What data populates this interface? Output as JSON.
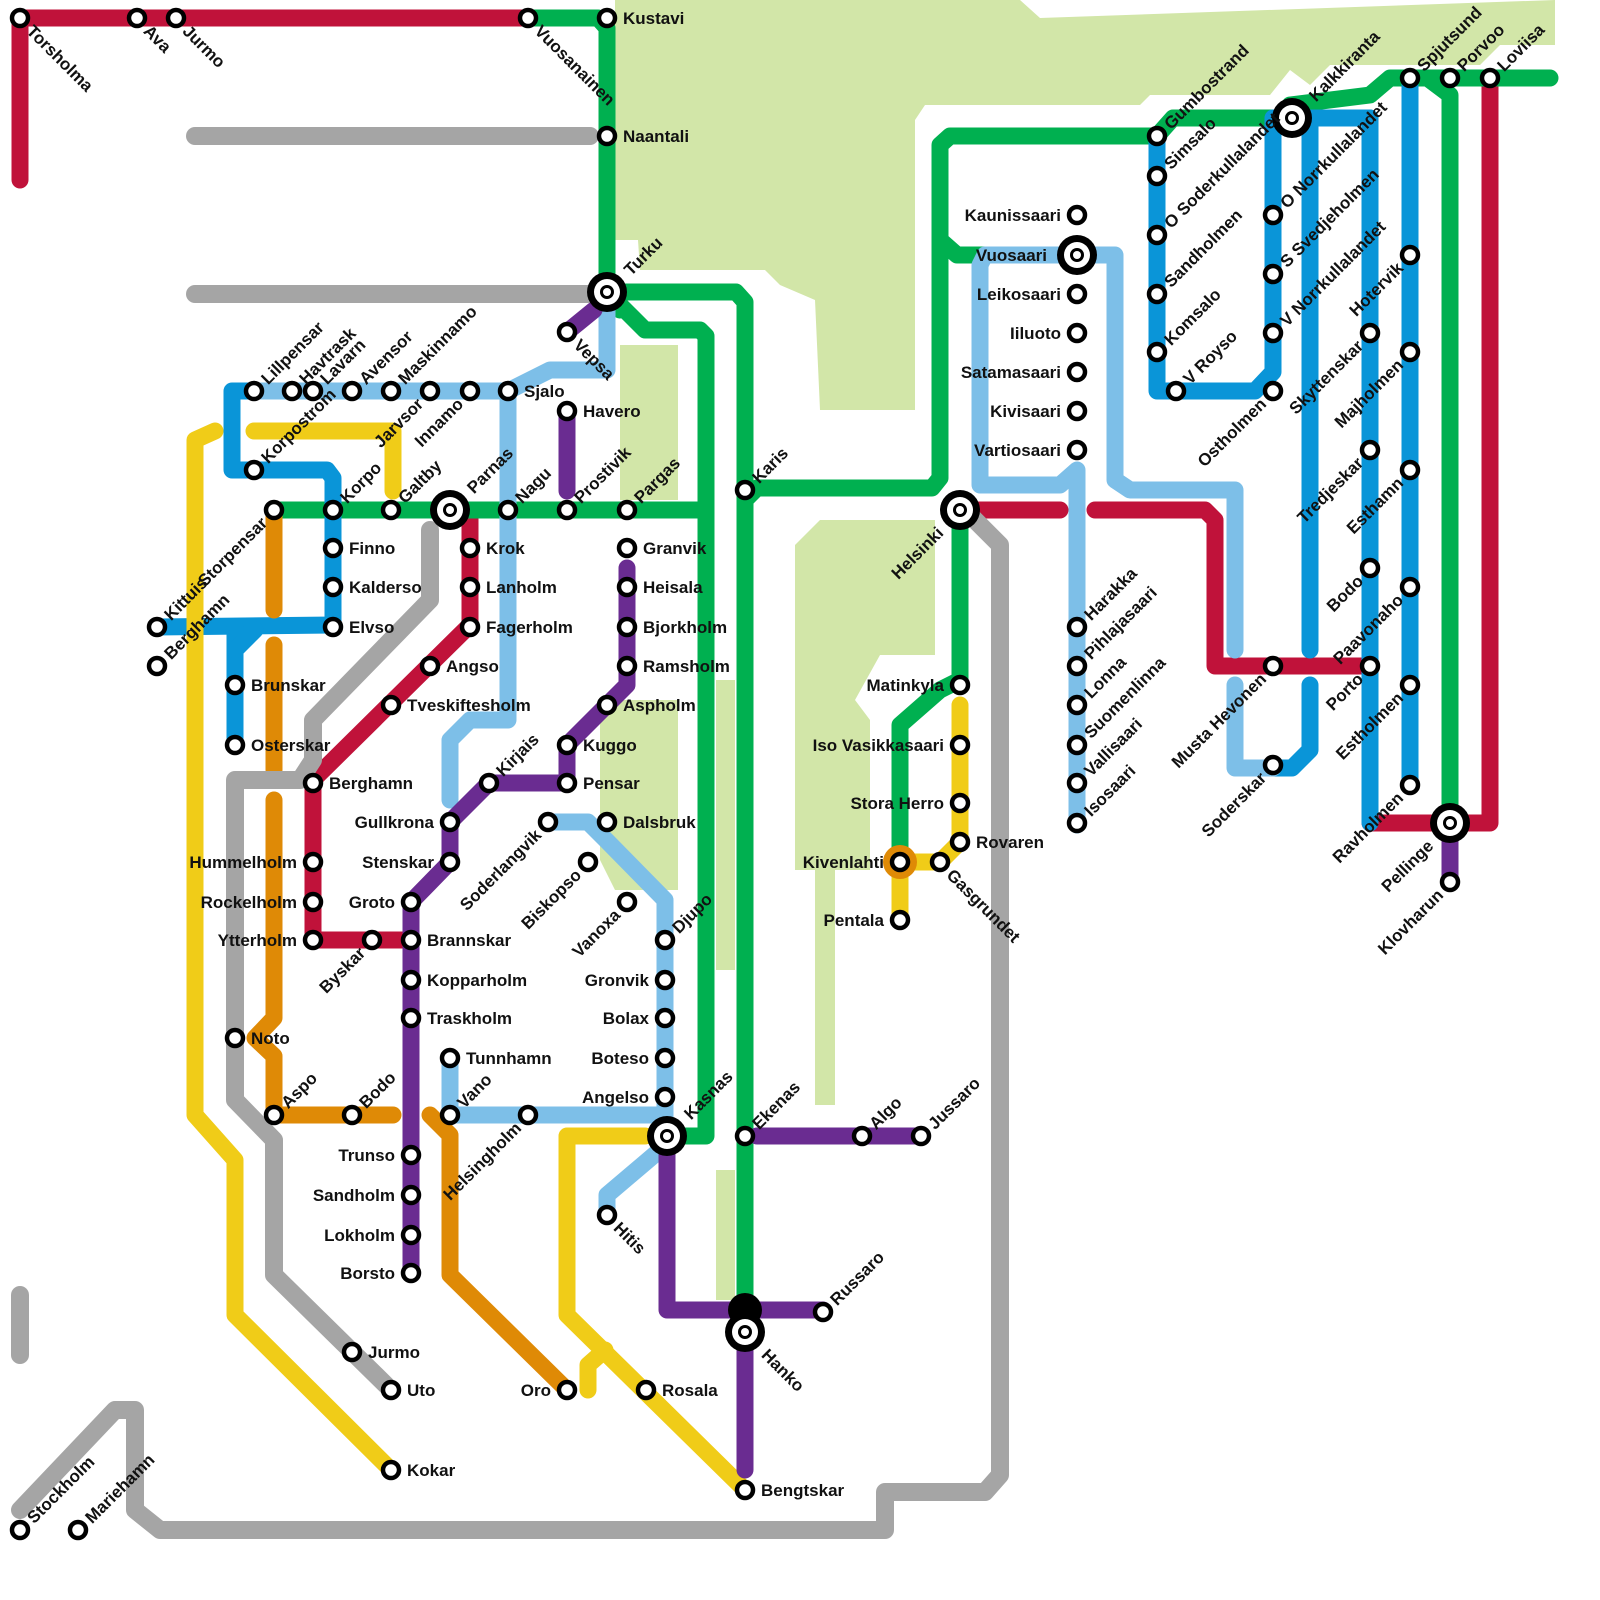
{
  "colors": {
    "land": "#d2e6a8",
    "red": "#c0123a",
    "green": "#00b050",
    "dark_blue": "#0a95d8",
    "light_blue": "#7dbfe8",
    "yellow": "#f0cc18",
    "orange": "#df8a06",
    "gray": "#a5a5a5",
    "purple": "#6a2c91"
  },
  "stations": [
    {
      "id": "torsholma",
      "name": "Torsholma"
    },
    {
      "id": "ava",
      "name": "Ava"
    },
    {
      "id": "jurmo1",
      "name": "Jurmo"
    },
    {
      "id": "vuosanainen",
      "name": "Vuosanainen"
    },
    {
      "id": "kustavi",
      "name": "Kustavi"
    },
    {
      "id": "naantali",
      "name": "Naantali"
    },
    {
      "id": "turku",
      "name": "Turku"
    },
    {
      "id": "vepsa",
      "name": "Vepsa"
    },
    {
      "id": "lillpensar",
      "name": "Lillpensar"
    },
    {
      "id": "havtrask",
      "name": "Havtrask"
    },
    {
      "id": "lavarn",
      "name": "Lavarn"
    },
    {
      "id": "avensor",
      "name": "Avensor"
    },
    {
      "id": "maskinnamo",
      "name": "Maskinnamo"
    },
    {
      "id": "jarvsor",
      "name": "Jarvsor"
    },
    {
      "id": "innamo",
      "name": "Innamo"
    },
    {
      "id": "sjalo",
      "name": "Sjalo"
    },
    {
      "id": "havero",
      "name": "Havero"
    },
    {
      "id": "korpostrom",
      "name": "Korpostrom"
    },
    {
      "id": "storpensar",
      "name": "Storpensar"
    },
    {
      "id": "korpo",
      "name": "Korpo"
    },
    {
      "id": "galtby",
      "name": "Galtby"
    },
    {
      "id": "parnas",
      "name": "Parnas"
    },
    {
      "id": "nagu",
      "name": "Nagu"
    },
    {
      "id": "prostivik",
      "name": "Prostivik"
    },
    {
      "id": "pargas",
      "name": "Pargas"
    },
    {
      "id": "karis",
      "name": "Karis"
    },
    {
      "id": "finno",
      "name": "Finno"
    },
    {
      "id": "kalderso",
      "name": "Kalderso"
    },
    {
      "id": "elvso",
      "name": "Elvso"
    },
    {
      "id": "kittuis",
      "name": "Kittuis"
    },
    {
      "id": "berghamn1",
      "name": "Berghamn"
    },
    {
      "id": "brunskar",
      "name": "Brunskar"
    },
    {
      "id": "osterskar",
      "name": "Osterskar"
    },
    {
      "id": "krok",
      "name": "Krok"
    },
    {
      "id": "lanholm",
      "name": "Lanholm"
    },
    {
      "id": "fagerholm",
      "name": "Fagerholm"
    },
    {
      "id": "angso",
      "name": "Angso"
    },
    {
      "id": "tveskiftesholm",
      "name": "Tveskiftesholm"
    },
    {
      "id": "granvik",
      "name": "Granvik"
    },
    {
      "id": "heisala",
      "name": "Heisala"
    },
    {
      "id": "bjorkholm",
      "name": "Bjorkholm"
    },
    {
      "id": "ramsholm",
      "name": "Ramsholm"
    },
    {
      "id": "aspholm",
      "name": "Aspholm"
    },
    {
      "id": "kuggo",
      "name": "Kuggo"
    },
    {
      "id": "pensar",
      "name": "Pensar"
    },
    {
      "id": "kirjais",
      "name": "Kirjais"
    },
    {
      "id": "berghamn2",
      "name": "Berghamn"
    },
    {
      "id": "gullkrona",
      "name": "Gullkrona"
    },
    {
      "id": "stenskar",
      "name": "Stenskar"
    },
    {
      "id": "soderlangvik",
      "name": "Soderlangvik"
    },
    {
      "id": "dalsbruk",
      "name": "Dalsbruk"
    },
    {
      "id": "biskopso",
      "name": "Biskopso"
    },
    {
      "id": "hummelholm",
      "name": "Hummelholm"
    },
    {
      "id": "rockelholm",
      "name": "Rockelholm"
    },
    {
      "id": "ytterholm",
      "name": "Ytterholm"
    },
    {
      "id": "byskar",
      "name": "Byskar"
    },
    {
      "id": "groto",
      "name": "Groto"
    },
    {
      "id": "brannskar",
      "name": "Brannskar"
    },
    {
      "id": "kopparholm",
      "name": "Kopparholm"
    },
    {
      "id": "traskholm",
      "name": "Traskholm"
    },
    {
      "id": "vanoxa",
      "name": "Vanoxa"
    },
    {
      "id": "djupo",
      "name": "Djupo"
    },
    {
      "id": "gronvik",
      "name": "Gronvik"
    },
    {
      "id": "bolax",
      "name": "Bolax"
    },
    {
      "id": "boteso",
      "name": "Boteso"
    },
    {
      "id": "angelso",
      "name": "Angelso"
    },
    {
      "id": "kasnas",
      "name": "Kasnas"
    },
    {
      "id": "noto",
      "name": "Noto"
    },
    {
      "id": "aspo",
      "name": "Aspo"
    },
    {
      "id": "bodo1",
      "name": "Bodo"
    },
    {
      "id": "tunnhamn",
      "name": "Tunnhamn"
    },
    {
      "id": "vano",
      "name": "Vano"
    },
    {
      "id": "helsingholm",
      "name": "Helsingholm"
    },
    {
      "id": "trunso",
      "name": "Trunso"
    },
    {
      "id": "sandholm",
      "name": "Sandholm"
    },
    {
      "id": "lokholm",
      "name": "Lokholm"
    },
    {
      "id": "borsto",
      "name": "Borsto"
    },
    {
      "id": "hitis",
      "name": "Hitis"
    },
    {
      "id": "jurmo2",
      "name": "Jurmo"
    },
    {
      "id": "uto",
      "name": "Uto"
    },
    {
      "id": "oro",
      "name": "Oro"
    },
    {
      "id": "rosala",
      "name": "Rosala"
    },
    {
      "id": "kokar",
      "name": "Kokar"
    },
    {
      "id": "stockholm",
      "name": "Stockholm"
    },
    {
      "id": "mariehamn",
      "name": "Mariehamn"
    },
    {
      "id": "ekenas",
      "name": "Ekenas"
    },
    {
      "id": "algo",
      "name": "Algo"
    },
    {
      "id": "jussaro",
      "name": "Jussaro"
    },
    {
      "id": "russaro",
      "name": "Russaro"
    },
    {
      "id": "hanko",
      "name": "Hanko"
    },
    {
      "id": "bengtskar",
      "name": "Bengtskar"
    },
    {
      "id": "helsinki",
      "name": "Helsinki"
    },
    {
      "id": "matinkyla",
      "name": "Matinkyla"
    },
    {
      "id": "isovasikkasaari",
      "name": "Iso Vasikkasaari"
    },
    {
      "id": "storaherro",
      "name": "Stora Herro"
    },
    {
      "id": "rovaren",
      "name": "Rovaren"
    },
    {
      "id": "kivenlahti",
      "name": "Kivenlahti"
    },
    {
      "id": "gasgrundet",
      "name": "Gasgrundet"
    },
    {
      "id": "pentala",
      "name": "Pentala"
    },
    {
      "id": "kaunissaari",
      "name": "Kaunissaari"
    },
    {
      "id": "vuosaari",
      "name": "Vuosaari"
    },
    {
      "id": "leikosaari",
      "name": "Leikosaari"
    },
    {
      "id": "iiluoto",
      "name": "Iiluoto"
    },
    {
      "id": "satamasaari",
      "name": "Satamasaari"
    },
    {
      "id": "kivisaari",
      "name": "Kivisaari"
    },
    {
      "id": "vartiosaari",
      "name": "Vartiosaari"
    },
    {
      "id": "harakka",
      "name": "Harakka"
    },
    {
      "id": "pihlajasaari",
      "name": "Pihlajasaari"
    },
    {
      "id": "lonna",
      "name": "Lonna"
    },
    {
      "id": "suomenlinna",
      "name": "Suomenlinna"
    },
    {
      "id": "vallisaari",
      "name": "Vallisaari"
    },
    {
      "id": "isosaari",
      "name": "Isosaari"
    },
    {
      "id": "gumbostrand",
      "name": "Gumbostrand"
    },
    {
      "id": "simsalo",
      "name": "Simsalo"
    },
    {
      "id": "osoderkullalandet",
      "name": "O Soderkullalandet"
    },
    {
      "id": "sandholmen",
      "name": "Sandholmen"
    },
    {
      "id": "komsalo",
      "name": "Komsalo"
    },
    {
      "id": "vroyso",
      "name": "V Royso"
    },
    {
      "id": "kalkkiranta",
      "name": "Kalkkiranta"
    },
    {
      "id": "onorrkullalandet",
      "name": "O Norrkullalandet"
    },
    {
      "id": "ssvedjeholmen",
      "name": "S Svedjeholmen"
    },
    {
      "id": "vnorrkullalandet",
      "name": "V Norrkullalandet"
    },
    {
      "id": "ostholmen",
      "name": "Ostholmen"
    },
    {
      "id": "spjutsund",
      "name": "Spjutsund"
    },
    {
      "id": "porvoo",
      "name": "Porvoo"
    },
    {
      "id": "loviisa",
      "name": "Loviisa"
    },
    {
      "id": "hotervik",
      "name": "Hotervik"
    },
    {
      "id": "skyttenskar",
      "name": "Skyttenskar"
    },
    {
      "id": "majholmen",
      "name": "Majholmen"
    },
    {
      "id": "tredjeskar",
      "name": "Tredjeskar"
    },
    {
      "id": "esthamn",
      "name": "Esthamn"
    },
    {
      "id": "bodo2",
      "name": "Bodo"
    },
    {
      "id": "paavonaho",
      "name": "Paavonaho"
    },
    {
      "id": "porto",
      "name": "Porto"
    },
    {
      "id": "mustahevonen",
      "name": "Musta Hevonen"
    },
    {
      "id": "soderskar",
      "name": "Soderskar"
    },
    {
      "id": "estholmen",
      "name": "Estholmen"
    },
    {
      "id": "ravholmen",
      "name": "Ravholmen"
    },
    {
      "id": "pellinge",
      "name": "Pellinge"
    },
    {
      "id": "klovharun",
      "name": "Klovharun"
    }
  ]
}
